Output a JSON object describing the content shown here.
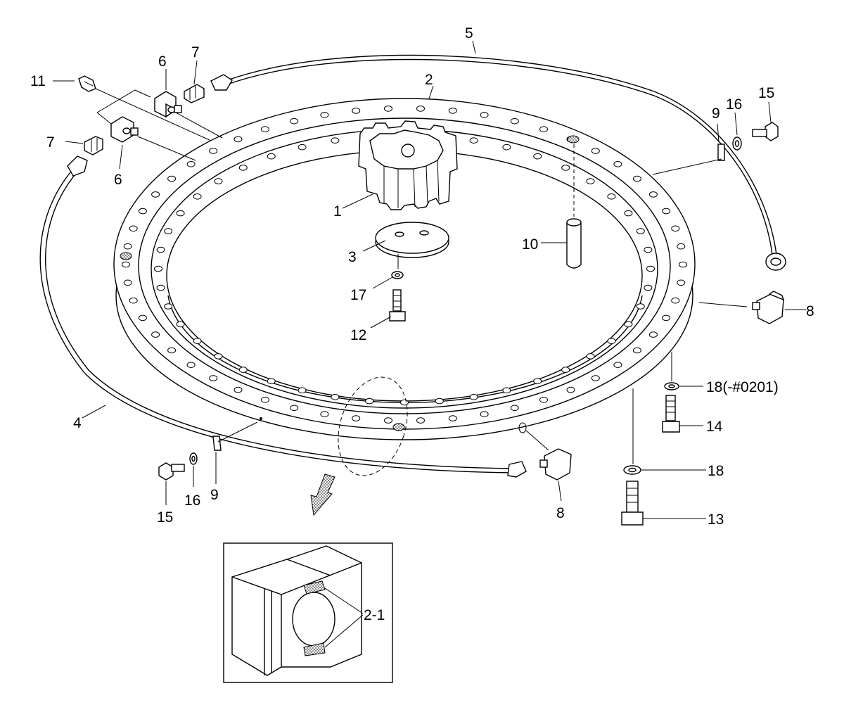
{
  "callouts": {
    "c1": "1",
    "c2": "2",
    "c3": "3",
    "c4": "4",
    "c5": "5",
    "c6a": "6",
    "c6b": "6",
    "c7a": "7",
    "c7b": "7",
    "c8a": "8",
    "c8b": "8",
    "c9a": "9",
    "c9b": "9",
    "c10": "10",
    "c11": "11",
    "c12": "12",
    "c13": "13",
    "c14": "14",
    "c15a": "15",
    "c15b": "15",
    "c16a": "16",
    "c16b": "16",
    "c17": "17",
    "c18a": "18(-#0201)",
    "c18b": "18",
    "c21": "2-1"
  }
}
